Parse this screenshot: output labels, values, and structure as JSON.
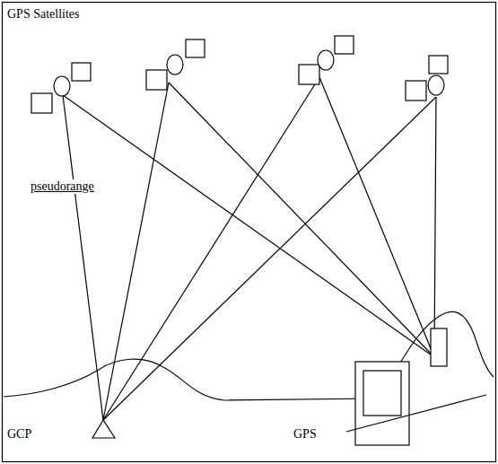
{
  "diagram": {
    "labels": [
      "GPS Satellites",
      "pseudorange",
      "GCP",
      "GPS"
    ]
  }
}
